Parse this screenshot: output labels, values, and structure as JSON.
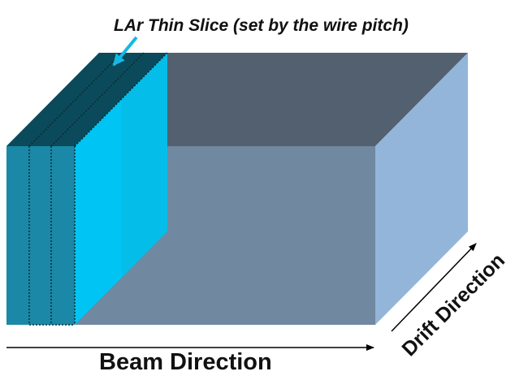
{
  "diagram": {
    "slice_label": "LAr Thin Slice (set by the wire pitch)",
    "beam_label": "Beam Direction",
    "drift_label": "Drift Direction"
  },
  "colors": {
    "box_front": "#7088a0",
    "box_top": "#536070",
    "box_right": "#93b5d9",
    "slice_front": "#1a88a6",
    "slice_top": "#0b4a5a",
    "highlight_slice": "#00c6f5",
    "arrow_slice": "#14b8e6",
    "arrow_axis": "#000000"
  }
}
